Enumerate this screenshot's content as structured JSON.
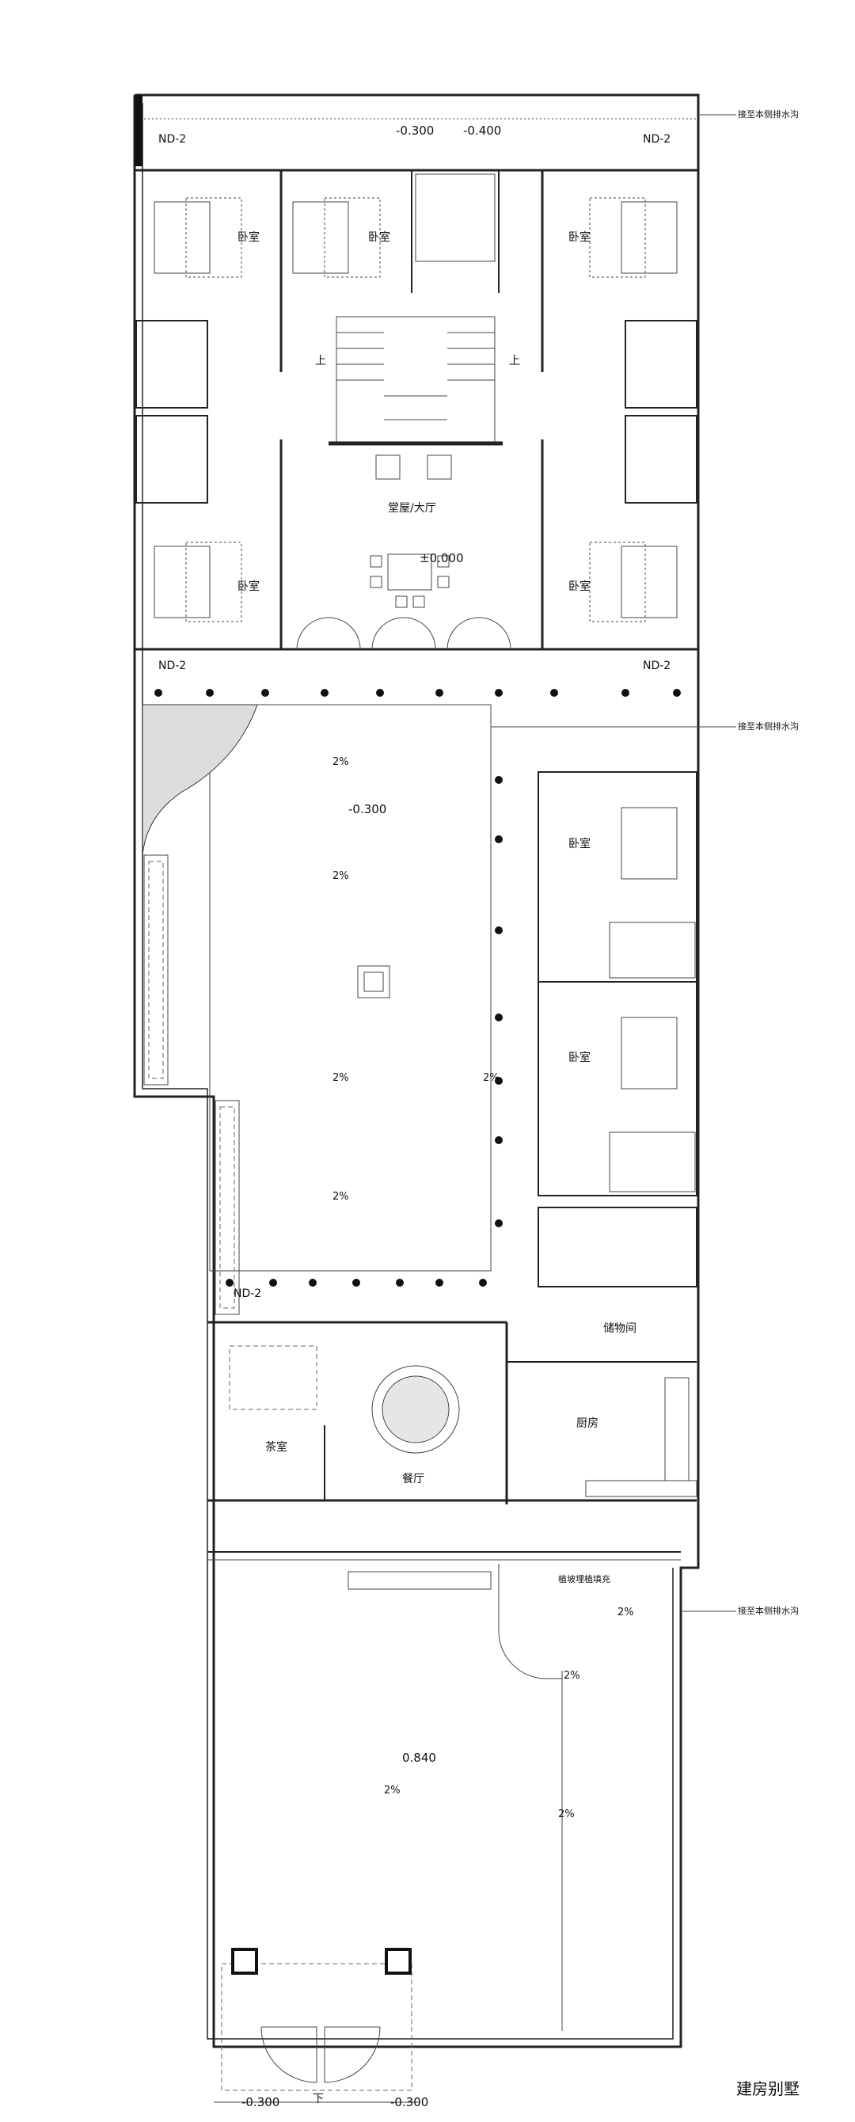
{
  "rooms": {
    "bedroom": "卧室",
    "hall": "堂屋/大厅",
    "storage": "储物间",
    "kitchen": "厨房",
    "tea_room": "茶室",
    "dining": "餐厅"
  },
  "elevations": {
    "top_a": "-0.300",
    "top_b": "-0.400",
    "hall": "±0.000",
    "courtyard": "-0.300",
    "front_yard": "0.840",
    "entry_left": "-0.300",
    "entry_right": "-0.300"
  },
  "tags": {
    "nd2": "ND-2"
  },
  "slopes": {
    "slope": "2%"
  },
  "stairs": {
    "up": "上",
    "down": "下"
  },
  "notes": {
    "drain": "接至本侧排水沟",
    "plant": "植坡埋植填充"
  },
  "watermark": {
    "text": "建房别墅"
  }
}
